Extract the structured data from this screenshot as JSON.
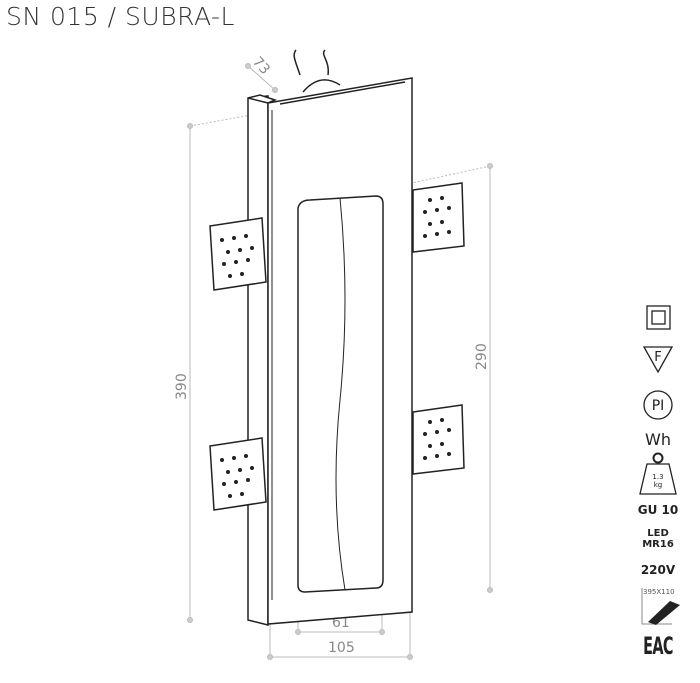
{
  "title": "SN 015 / SUBRA-L",
  "dimensions": {
    "depth": "73",
    "height": "390",
    "opening_height": "290",
    "opening_width": "61",
    "width": "105"
  },
  "specs": {
    "icons": [
      "class-ii-double-square-icon",
      "f-mark-triangle-icon",
      "pi-circle-icon",
      "weight-icon",
      "cut-out-saw-icon",
      "eac-mark-icon"
    ],
    "color": "Wh",
    "weight": "1.3",
    "weight_unit": "kg",
    "socket": "GU 10",
    "lamp_line1": "LED",
    "lamp_line2": "MR16",
    "voltage": "220V",
    "cutout": "395X110",
    "certification": "EAC"
  }
}
